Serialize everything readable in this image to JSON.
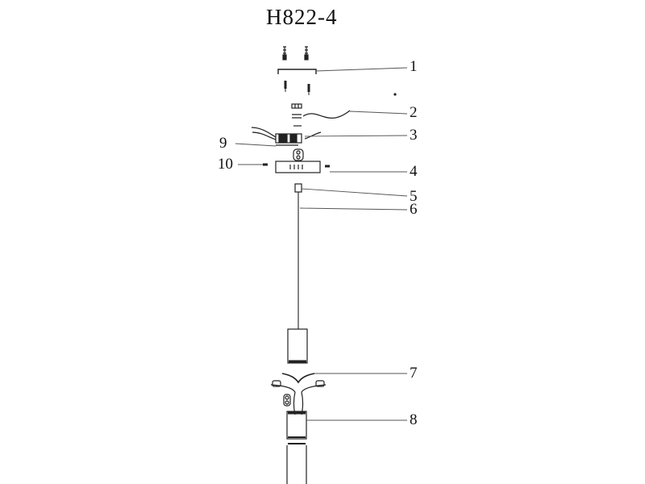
{
  "title": "H822-4",
  "callouts": [
    "1",
    "2",
    "3",
    "4",
    "5",
    "6",
    "7",
    "8",
    "9",
    "10"
  ],
  "colors": {
    "line": "#222222",
    "leader": "#555555",
    "fill_dark": "#1a1a1a"
  }
}
